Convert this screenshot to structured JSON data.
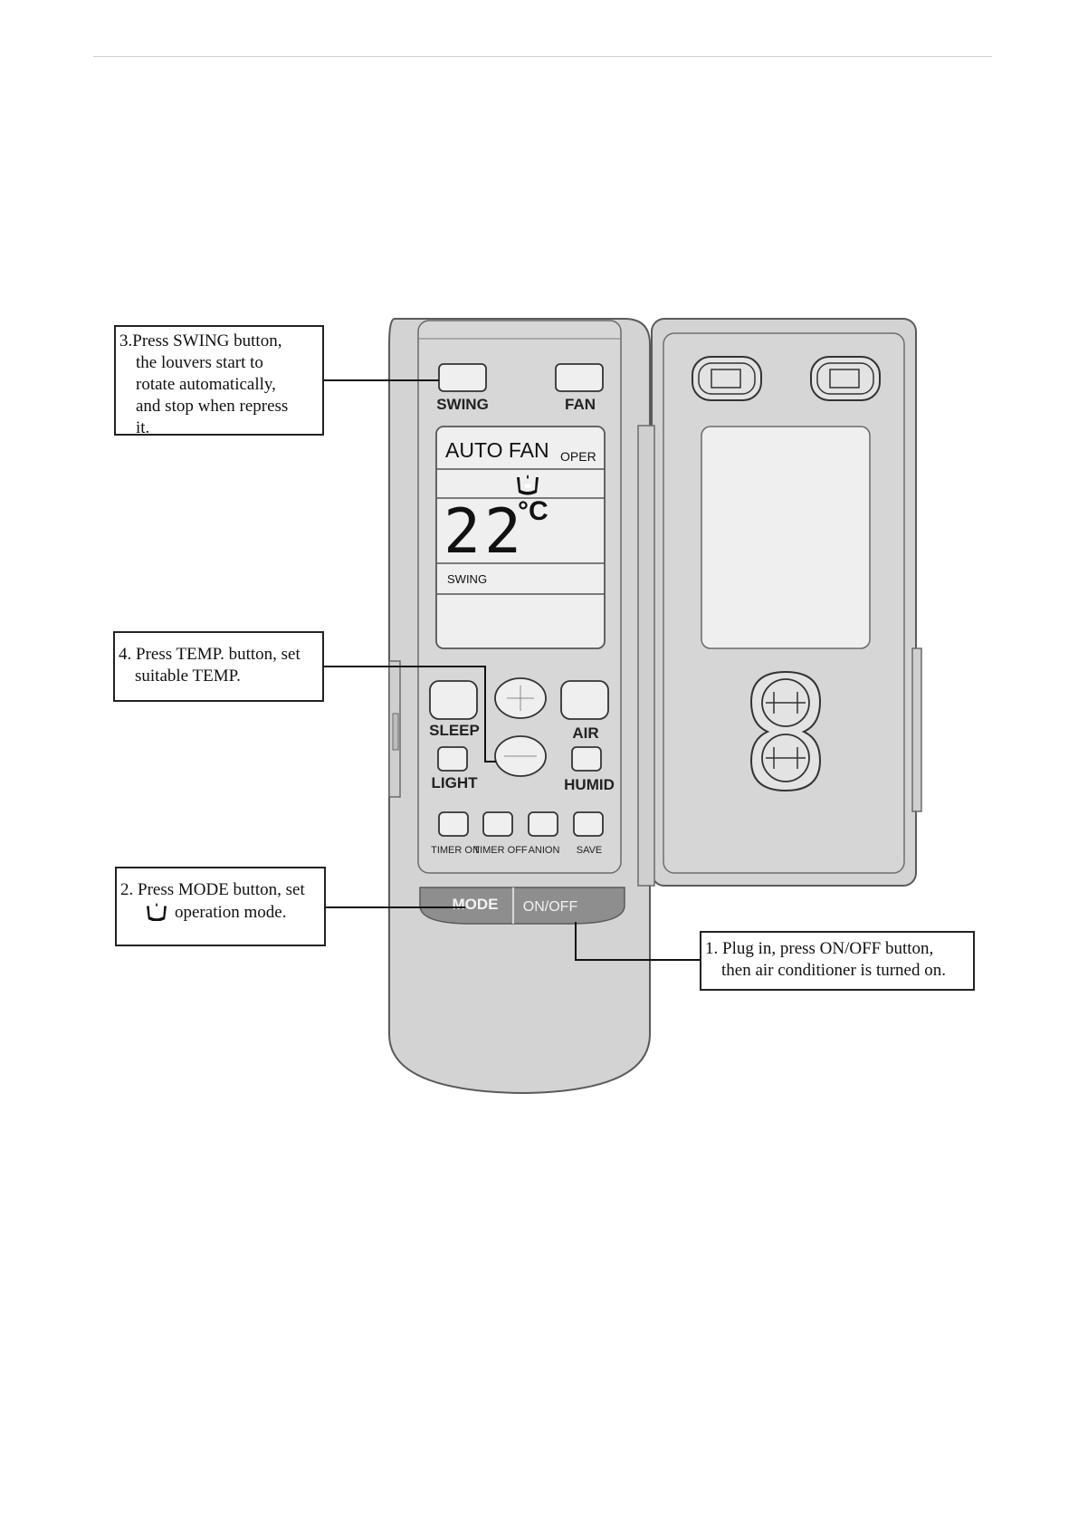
{
  "remote": {
    "buttons": {
      "swing": "SWING",
      "fan": "FAN",
      "sleep": "SLEEP",
      "air": "AIR",
      "light": "LIGHT",
      "humid": "HUMID",
      "timer_on": "TIMER ON",
      "timer_off": "TIMER OFF",
      "anion": "ANION",
      "save": "SAVE",
      "mode": "MODE",
      "on_off": "ON/OFF"
    },
    "lcd": {
      "fan_mode": "AUTO FAN",
      "oper": "OPER",
      "temperature": "22",
      "unit": "°C",
      "swing": "SWING",
      "mode_icon": "dry-mode-icon"
    }
  },
  "callouts": {
    "swing": [
      "3.Press SWING button,",
      "the louvers start to",
      "rotate automatically,",
      "and stop when repress",
      "it."
    ],
    "temp": [
      "4. Press TEMP. button, set",
      "suitable TEMP."
    ],
    "mode": [
      "2. Press MODE button, set",
      "operation mode."
    ],
    "onoff": [
      "1. Plug in, press ON/OFF button,",
      "then air conditioner is turned on."
    ]
  },
  "colors": {
    "body": "#d3d3d3",
    "body_stroke": "#5a5a5a",
    "lcd": "#efefef",
    "mode_bar": "#8e8e8e"
  }
}
